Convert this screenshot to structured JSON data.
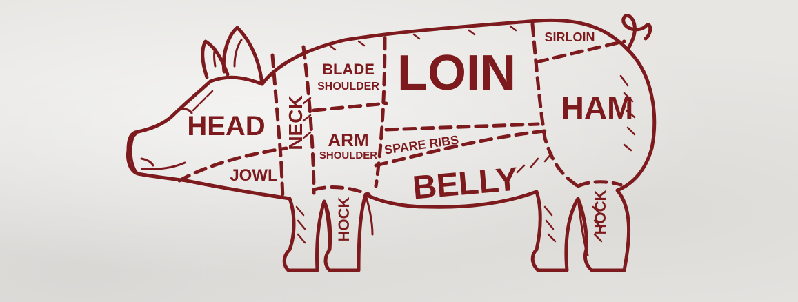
{
  "colors": {
    "ink": "#7d1a1d",
    "background": "#e7e6e3"
  },
  "cuts": {
    "head": "HEAD",
    "jowl": "JOWL",
    "neck": "NECK",
    "blade_shoulder_line1": "BLADE",
    "blade_shoulder_line2": "SHOULDER",
    "arm_shoulder_line1": "ARM",
    "arm_shoulder_line2": "SHOULDER",
    "loin": "LOIN",
    "sirloin": "SIRLOIN",
    "ham": "HAM",
    "spare_ribs": "SPARE RIBS",
    "belly": "BELLY",
    "front_hock": "HOCK",
    "rear_hock": "HOCK"
  },
  "icons": [
    "pig-outline-icon"
  ]
}
